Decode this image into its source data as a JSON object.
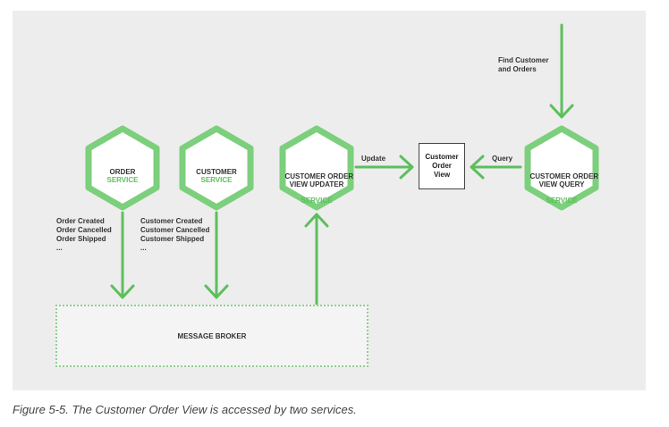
{
  "diagram": {
    "services": [
      {
        "name": "ORDER",
        "tag": "SERVICE"
      },
      {
        "name": "CUSTOMER",
        "tag": "SERVICE"
      },
      {
        "name": "CUSTOMER ORDER\nVIEW UPDATER",
        "tag": "SERVICE"
      },
      {
        "name": "CUSTOMER ORDER\nVIEW QUERY",
        "tag": "SERVICE"
      }
    ],
    "view_label": "Customer\nOrder\nView",
    "broker_label": "MESSAGE BROKER",
    "labels": {
      "find": "Find Customer\nand Orders",
      "update": "Update",
      "query": "Query",
      "order_events": "Order Created\nOrder Cancelled\nOrder Shipped\n...",
      "customer_events": "Customer Created\nCustomer Cancelled\nCustomer Shipped\n..."
    },
    "colors": {
      "accent": "#5cbf5c",
      "hex_border": "#7ccf7c",
      "panel": "#ededed"
    }
  },
  "caption": "Figure 5-5. The Customer Order View is accessed by two services."
}
